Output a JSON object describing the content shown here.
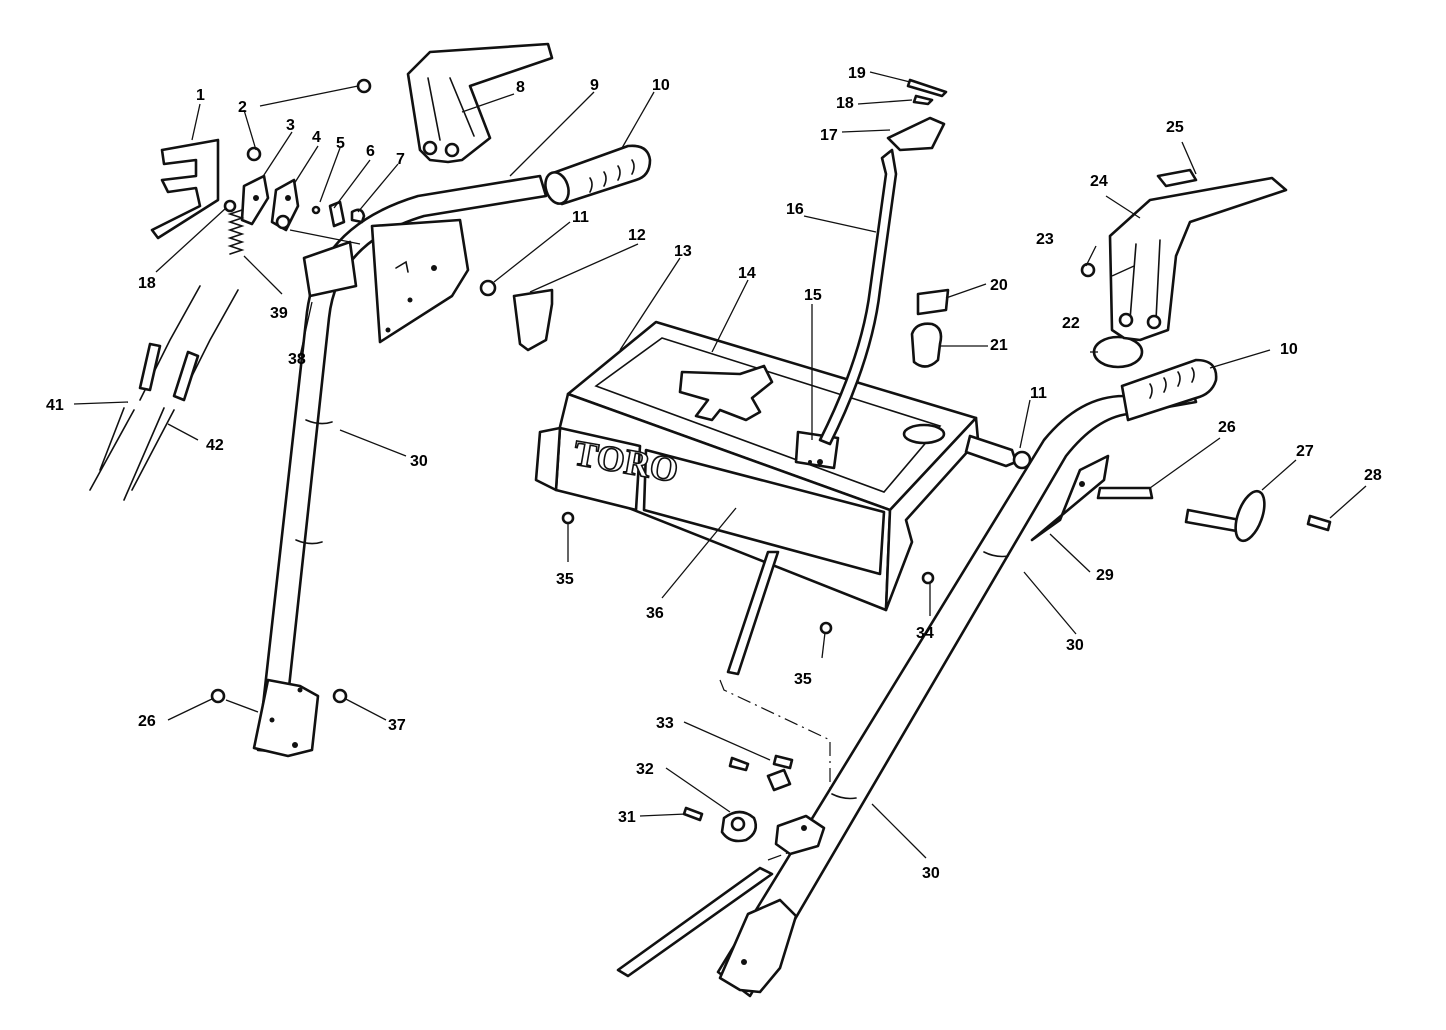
{
  "brand_text": "TORO",
  "callouts": [
    {
      "id": "c1",
      "label": "1"
    },
    {
      "id": "c2",
      "label": "2"
    },
    {
      "id": "c3",
      "label": "3"
    },
    {
      "id": "c4",
      "label": "4"
    },
    {
      "id": "c5",
      "label": "5"
    },
    {
      "id": "c6",
      "label": "6"
    },
    {
      "id": "c7",
      "label": "7"
    },
    {
      "id": "c8",
      "label": "8"
    },
    {
      "id": "c9",
      "label": "9"
    },
    {
      "id": "c10a",
      "label": "10"
    },
    {
      "id": "c10b",
      "label": "10"
    },
    {
      "id": "c11a",
      "label": "11"
    },
    {
      "id": "c11b",
      "label": "11"
    },
    {
      "id": "c12",
      "label": "12"
    },
    {
      "id": "c13",
      "label": "13"
    },
    {
      "id": "c14",
      "label": "14"
    },
    {
      "id": "c15",
      "label": "15"
    },
    {
      "id": "c16",
      "label": "16"
    },
    {
      "id": "c17",
      "label": "17"
    },
    {
      "id": "c18a",
      "label": "18"
    },
    {
      "id": "c18b",
      "label": "18"
    },
    {
      "id": "c19",
      "label": "19"
    },
    {
      "id": "c20",
      "label": "20"
    },
    {
      "id": "c21",
      "label": "21"
    },
    {
      "id": "c22",
      "label": "22"
    },
    {
      "id": "c23",
      "label": "23"
    },
    {
      "id": "c24",
      "label": "24"
    },
    {
      "id": "c25",
      "label": "25"
    },
    {
      "id": "c26a",
      "label": "26"
    },
    {
      "id": "c26b",
      "label": "26"
    },
    {
      "id": "c27",
      "label": "27"
    },
    {
      "id": "c28",
      "label": "28"
    },
    {
      "id": "c29",
      "label": "29"
    },
    {
      "id": "c30a",
      "label": "30"
    },
    {
      "id": "c30b",
      "label": "30"
    },
    {
      "id": "c30c",
      "label": "30"
    },
    {
      "id": "c31",
      "label": "31"
    },
    {
      "id": "c32",
      "label": "32"
    },
    {
      "id": "c33",
      "label": "33"
    },
    {
      "id": "c34",
      "label": "34"
    },
    {
      "id": "c35a",
      "label": "35"
    },
    {
      "id": "c35b",
      "label": "35"
    },
    {
      "id": "c36",
      "label": "36"
    },
    {
      "id": "c37",
      "label": "37"
    },
    {
      "id": "c38",
      "label": "38"
    },
    {
      "id": "c39",
      "label": "39"
    },
    {
      "id": "c41",
      "label": "41"
    },
    {
      "id": "c42",
      "label": "42"
    }
  ]
}
